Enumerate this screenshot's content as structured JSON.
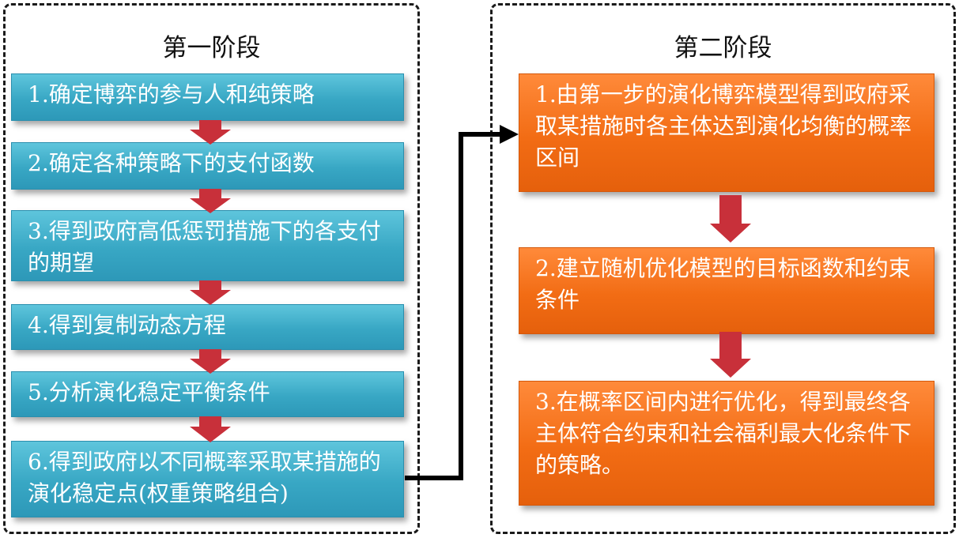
{
  "stage1": {
    "title": "第一阶段",
    "steps": [
      "1.确定博弈的参与人和纯策略",
      "2.确定各种策略下的支付函数",
      "3.得到政府高低惩罚措施下的各支付的期望",
      "4.得到复制动态方程",
      "5.分析演化稳定平衡条件",
      "6.得到政府以不同概率采取某措施的演化稳定点(权重策略组合)"
    ]
  },
  "stage2": {
    "title": "第二阶段",
    "steps": [
      "1.由第一步的演化博弈模型得到政府采取某措施时各主体达到演化均衡的概率区间",
      "2.建立随机优化模型的目标函数和约束条件",
      "3.在概率区间内进行优化，得到最终各主体符合约束和社会福利最大化条件下的策略。"
    ]
  },
  "colors": {
    "stage1_box": "#38a7c4",
    "stage2_box": "#f26c14",
    "arrow": "#c8303a",
    "connector": "#000000"
  }
}
